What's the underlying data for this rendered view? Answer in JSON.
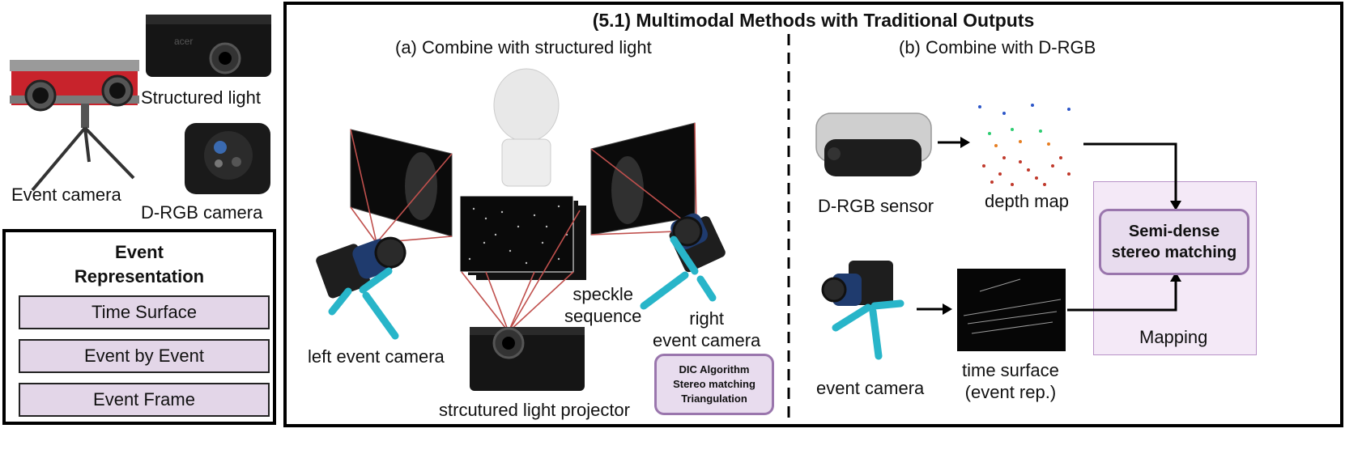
{
  "left_panel": {
    "event_camera_label": "Event camera",
    "structured_light_label": "Structured light",
    "drgb_camera_label": "D-RGB camera",
    "representation": {
      "title": "Event\nRepresentation",
      "items": [
        "Time Surface",
        "Event by Event",
        "Event Frame"
      ]
    }
  },
  "main": {
    "title": "(5.1) Multimodal Methods with Traditional Outputs",
    "section_a": {
      "title": "(a) Combine with structured light",
      "left_camera_label": "left event camera",
      "right_camera_label": "right\nevent camera",
      "speckle_label": "speckle\nsequence",
      "projector_label": "strcutured light projector",
      "algorithm_box": [
        "DIC Algorithm",
        "Stereo matching",
        "Triangulation"
      ]
    },
    "section_b": {
      "title": "(b) Combine with D-RGB",
      "sensor_label": "D-RGB sensor",
      "depth_map_label": "depth map",
      "event_camera_label": "event camera",
      "time_surface_label": "time surface\n(event rep.)",
      "matching_box": "Semi-dense\nstereo matching",
      "mapping_label": "Mapping"
    }
  },
  "colors": {
    "accent_fill": "#e3d6e8",
    "accent_border": "#9a76ad",
    "mapping_panel": "#f4e9f7",
    "ray_color": "#c0504d"
  }
}
